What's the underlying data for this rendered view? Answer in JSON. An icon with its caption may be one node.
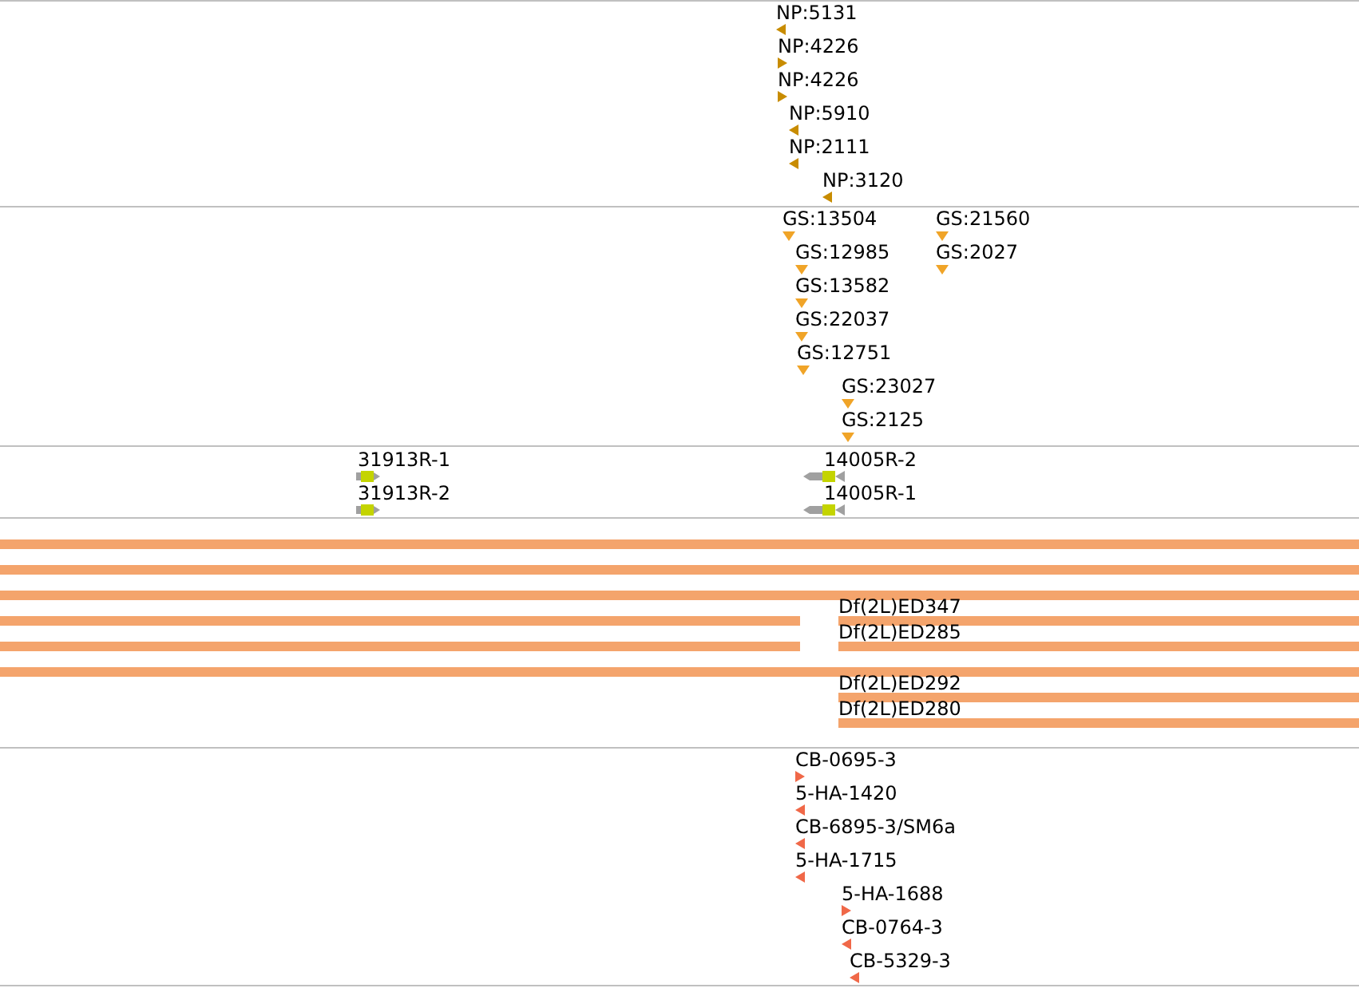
{
  "diagram": {
    "nodes": [
      {
        "text": [
          "NP:5131"
        ]
      },
      {
        "text": [
          "NP:4226"
        ]
      },
      {
        "text": [
          "NP:4226"
        ]
      },
      {
        "text": [
          "NP:5910"
        ]
      },
      {
        "text": [
          "NP:2111"
        ]
      },
      {
        "text": [
          "NP:3120"
        ]
      },
      {
        "text": [
          "GS:13504"
        ]
      },
      {
        "text": [
          "GS:21560"
        ]
      },
      {
        "text": [
          "GS:12985"
        ]
      },
      {
        "text": [
          "GS:2027"
        ]
      },
      {
        "text": [
          "GS:13582"
        ]
      },
      {
        "text": [
          "GS:22037"
        ]
      },
      {
        "text": [
          "GS:12751"
        ]
      },
      {
        "text": [
          "GS:23027"
        ]
      },
      {
        "text": [
          "GS:2125"
        ]
      },
      {
        "text": [
          "31913R-1"
        ]
      },
      {
        "text": [
          "14005R-2"
        ]
      },
      {
        "text": [
          "31913R-2"
        ]
      },
      {
        "text": [
          "14005R-1"
        ]
      },
      {
        "text": [],
        "shape": "bar"
      },
      {
        "text": [],
        "shape": "bar"
      },
      {
        "text": [],
        "shape": "bar"
      },
      {
        "text": [],
        "shape": "bar"
      },
      {
        "text": [
          "Df(2L)ED347"
        ]
      },
      {
        "text": [],
        "shape": "bar"
      },
      {
        "text": [
          "Df(2L)ED285"
        ]
      },
      {
        "text": [],
        "shape": "bar"
      },
      {
        "text": [
          "Df(2L)ED292"
        ]
      },
      {
        "text": [
          "Df(2L)ED280"
        ]
      },
      {
        "text": [
          "CB-0695-3"
        ]
      },
      {
        "text": [
          "5-HA-1420"
        ]
      },
      {
        "text": [
          "CB-6895-3/SM6a"
        ]
      },
      {
        "text": [
          "5-HA-1715"
        ]
      },
      {
        "text": [
          "5-HA-1688"
        ]
      },
      {
        "text": [
          "CB-0764-3"
        ]
      },
      {
        "text": [
          "CB-5329-3"
        ]
      }
    ]
  }
}
